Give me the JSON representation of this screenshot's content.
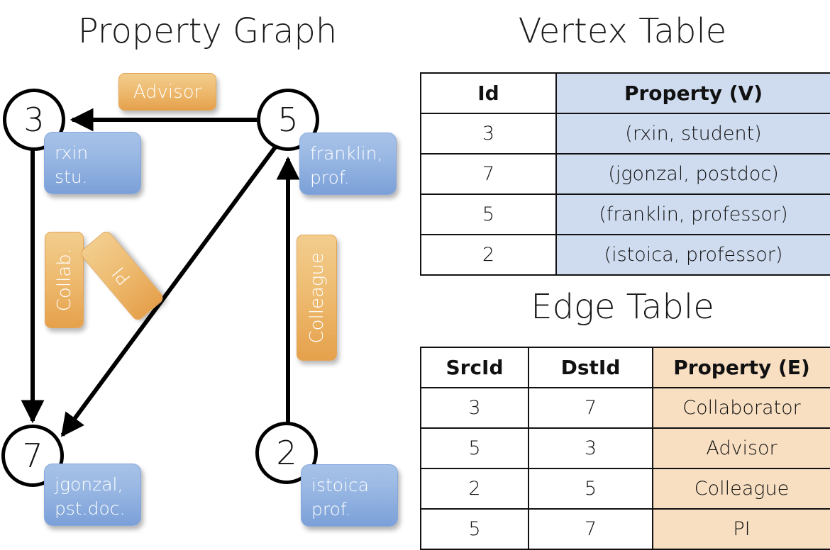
{
  "titles": {
    "property_graph": "Property Graph",
    "vertex_table": "Vertex Table",
    "edge_table": "Edge Table"
  },
  "graph": {
    "vertices": [
      {
        "id": "3",
        "name": "rxin",
        "role": "stu."
      },
      {
        "id": "5",
        "name": "franklin,",
        "role": "prof."
      },
      {
        "id": "7",
        "name": "jgonzal,",
        "role": "pst.doc."
      },
      {
        "id": "2",
        "name": "istoica",
        "role": "prof."
      }
    ],
    "edge_labels": {
      "advisor": "Advisor",
      "collab": "Collab.",
      "pi": "PI",
      "colleague": "Colleague"
    },
    "edges": [
      {
        "src": "5",
        "dst": "3",
        "label": "Advisor"
      },
      {
        "src": "3",
        "dst": "7",
        "label": "Collab."
      },
      {
        "src": "5",
        "dst": "7",
        "label": "PI"
      },
      {
        "src": "2",
        "dst": "5",
        "label": "Colleague"
      }
    ]
  },
  "vertex_table": {
    "headers": [
      "Id",
      "Property (V)"
    ],
    "rows": [
      {
        "id": "3",
        "property": "(rxin, student)"
      },
      {
        "id": "7",
        "property": "(jgonzal, postdoc)"
      },
      {
        "id": "5",
        "property": "(franklin, professor)"
      },
      {
        "id": "2",
        "property": "(istoica, professor)"
      }
    ]
  },
  "edge_table": {
    "headers": [
      "SrcId",
      "DstId",
      "Property (E)"
    ],
    "rows": [
      {
        "src": "3",
        "dst": "7",
        "property": "Collaborator"
      },
      {
        "src": "5",
        "dst": "3",
        "property": "Advisor"
      },
      {
        "src": "2",
        "dst": "5",
        "property": "Colleague"
      },
      {
        "src": "5",
        "dst": "7",
        "property": "PI"
      }
    ]
  },
  "colors": {
    "vertex_fill": "#cfdcef",
    "edge_fill": "#f8dfc2",
    "node_box_blue": "#8fb0e0",
    "edge_box_orange": "#eebc72",
    "stroke": "#111111",
    "background": "#ffffff"
  }
}
